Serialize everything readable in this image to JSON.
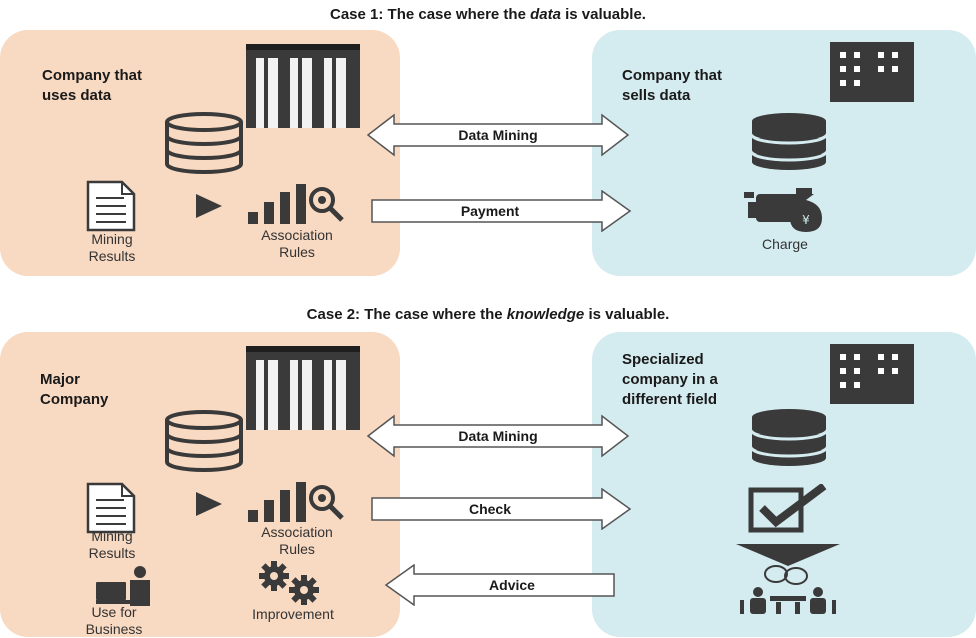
{
  "case1": {
    "title_prefix": "Case 1: The case where the ",
    "title_emphasis": "data",
    "title_suffix": " is valuable.",
    "left_label_line1": "Company that",
    "left_label_line2": "uses data",
    "right_label_line1": "Company that",
    "right_label_line2": "sells data",
    "arrow1": "Data Mining",
    "arrow2": "Payment",
    "mining_line1": "Mining",
    "mining_line2": "Results",
    "assoc_line1": "Association",
    "assoc_line2": "Rules",
    "charge": "Charge"
  },
  "case2": {
    "title_prefix": "Case 2: The case where the ",
    "title_emphasis": "knowledge",
    "title_suffix": " is valuable.",
    "left_label_line1": "Major",
    "left_label_line2": "Company",
    "right_label_line1": "Specialized",
    "right_label_line2": "company in a",
    "right_label_line3": "different field",
    "arrow1": "Data Mining",
    "arrow2": "Check",
    "arrow3": "Advice",
    "mining_line1": "Mining",
    "mining_line2": "Results",
    "assoc_line1": "Association",
    "assoc_line2": "Rules",
    "use_line1": "Use for",
    "use_line2": "Business",
    "improvement": "Improvement"
  },
  "colors": {
    "left_panel": "#f8d9c2",
    "right_panel": "#d4ebf0",
    "icon": "#3a3a3a",
    "arrow_fill": "#ffffff",
    "arrow_stroke": "#555555"
  }
}
